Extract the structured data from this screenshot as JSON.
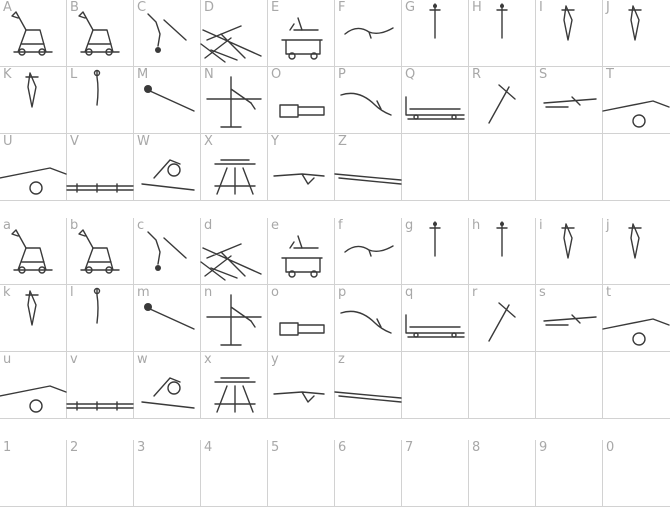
{
  "upper": {
    "glyphs": [
      {
        "label": "A",
        "icon": "catapult-icon"
      },
      {
        "label": "B",
        "icon": "catapult-icon"
      },
      {
        "label": "C",
        "icon": "flail-icon"
      },
      {
        "label": "D",
        "icon": "ballista-icon"
      },
      {
        "label": "E",
        "icon": "crossbow-cart-icon"
      },
      {
        "label": "F",
        "icon": "curved-blade-icon"
      },
      {
        "label": "G",
        "icon": "sword-icon"
      },
      {
        "label": "H",
        "icon": "sword-icon"
      },
      {
        "label": "I",
        "icon": "dagger-icon"
      },
      {
        "label": "J",
        "icon": "dagger-icon"
      },
      {
        "label": "K",
        "icon": "dagger-icon"
      },
      {
        "label": "L",
        "icon": "sabre-icon"
      },
      {
        "label": "M",
        "icon": "mace-icon"
      },
      {
        "label": "N",
        "icon": "trebuchet-icon"
      },
      {
        "label": "O",
        "icon": "gauntlet-icon"
      },
      {
        "label": "P",
        "icon": "scimitar-icon"
      },
      {
        "label": "Q",
        "icon": "cannon-icon"
      },
      {
        "label": "R",
        "icon": "crossbow-icon"
      },
      {
        "label": "S",
        "icon": "pistol-icon"
      },
      {
        "label": "T",
        "icon": "field-cannon-icon"
      },
      {
        "label": "U",
        "icon": "field-cannon-icon"
      },
      {
        "label": "V",
        "icon": "cannon-barrel-icon"
      },
      {
        "label": "W",
        "icon": "mortar-icon"
      },
      {
        "label": "X",
        "icon": "gatling-gun-icon"
      },
      {
        "label": "Y",
        "icon": "flintlock-pistol-icon"
      },
      {
        "label": "Z",
        "icon": "musket-icon"
      },
      {
        "label": "",
        "icon": ""
      },
      {
        "label": "",
        "icon": ""
      },
      {
        "label": "",
        "icon": ""
      },
      {
        "label": "",
        "icon": ""
      }
    ]
  },
  "lower": {
    "glyphs": [
      {
        "label": "a",
        "icon": "catapult-icon"
      },
      {
        "label": "b",
        "icon": "catapult-icon"
      },
      {
        "label": "c",
        "icon": "flail-icon"
      },
      {
        "label": "d",
        "icon": "ballista-icon"
      },
      {
        "label": "e",
        "icon": "crossbow-cart-icon"
      },
      {
        "label": "f",
        "icon": "curved-blade-icon"
      },
      {
        "label": "g",
        "icon": "sword-icon"
      },
      {
        "label": "h",
        "icon": "sword-icon"
      },
      {
        "label": "i",
        "icon": "dagger-icon"
      },
      {
        "label": "j",
        "icon": "dagger-icon"
      },
      {
        "label": "k",
        "icon": "dagger-icon"
      },
      {
        "label": "l",
        "icon": "sabre-icon"
      },
      {
        "label": "m",
        "icon": "mace-icon"
      },
      {
        "label": "n",
        "icon": "trebuchet-icon"
      },
      {
        "label": "o",
        "icon": "gauntlet-icon"
      },
      {
        "label": "p",
        "icon": "scimitar-icon"
      },
      {
        "label": "q",
        "icon": "cannon-icon"
      },
      {
        "label": "r",
        "icon": "crossbow-icon"
      },
      {
        "label": "s",
        "icon": "pistol-icon"
      },
      {
        "label": "t",
        "icon": "field-cannon-icon"
      },
      {
        "label": "u",
        "icon": "field-cannon-icon"
      },
      {
        "label": "v",
        "icon": "cannon-barrel-icon"
      },
      {
        "label": "w",
        "icon": "mortar-icon"
      },
      {
        "label": "x",
        "icon": "gatling-gun-icon"
      },
      {
        "label": "y",
        "icon": "flintlock-pistol-icon"
      },
      {
        "label": "z",
        "icon": "musket-icon"
      },
      {
        "label": "",
        "icon": ""
      },
      {
        "label": "",
        "icon": ""
      },
      {
        "label": "",
        "icon": ""
      },
      {
        "label": "",
        "icon": ""
      }
    ]
  },
  "digits": {
    "glyphs": [
      {
        "label": "1",
        "icon": ""
      },
      {
        "label": "2",
        "icon": ""
      },
      {
        "label": "3",
        "icon": ""
      },
      {
        "label": "4",
        "icon": ""
      },
      {
        "label": "5",
        "icon": ""
      },
      {
        "label": "6",
        "icon": ""
      },
      {
        "label": "7",
        "icon": ""
      },
      {
        "label": "8",
        "icon": ""
      },
      {
        "label": "9",
        "icon": ""
      },
      {
        "label": "0",
        "icon": ""
      }
    ]
  }
}
